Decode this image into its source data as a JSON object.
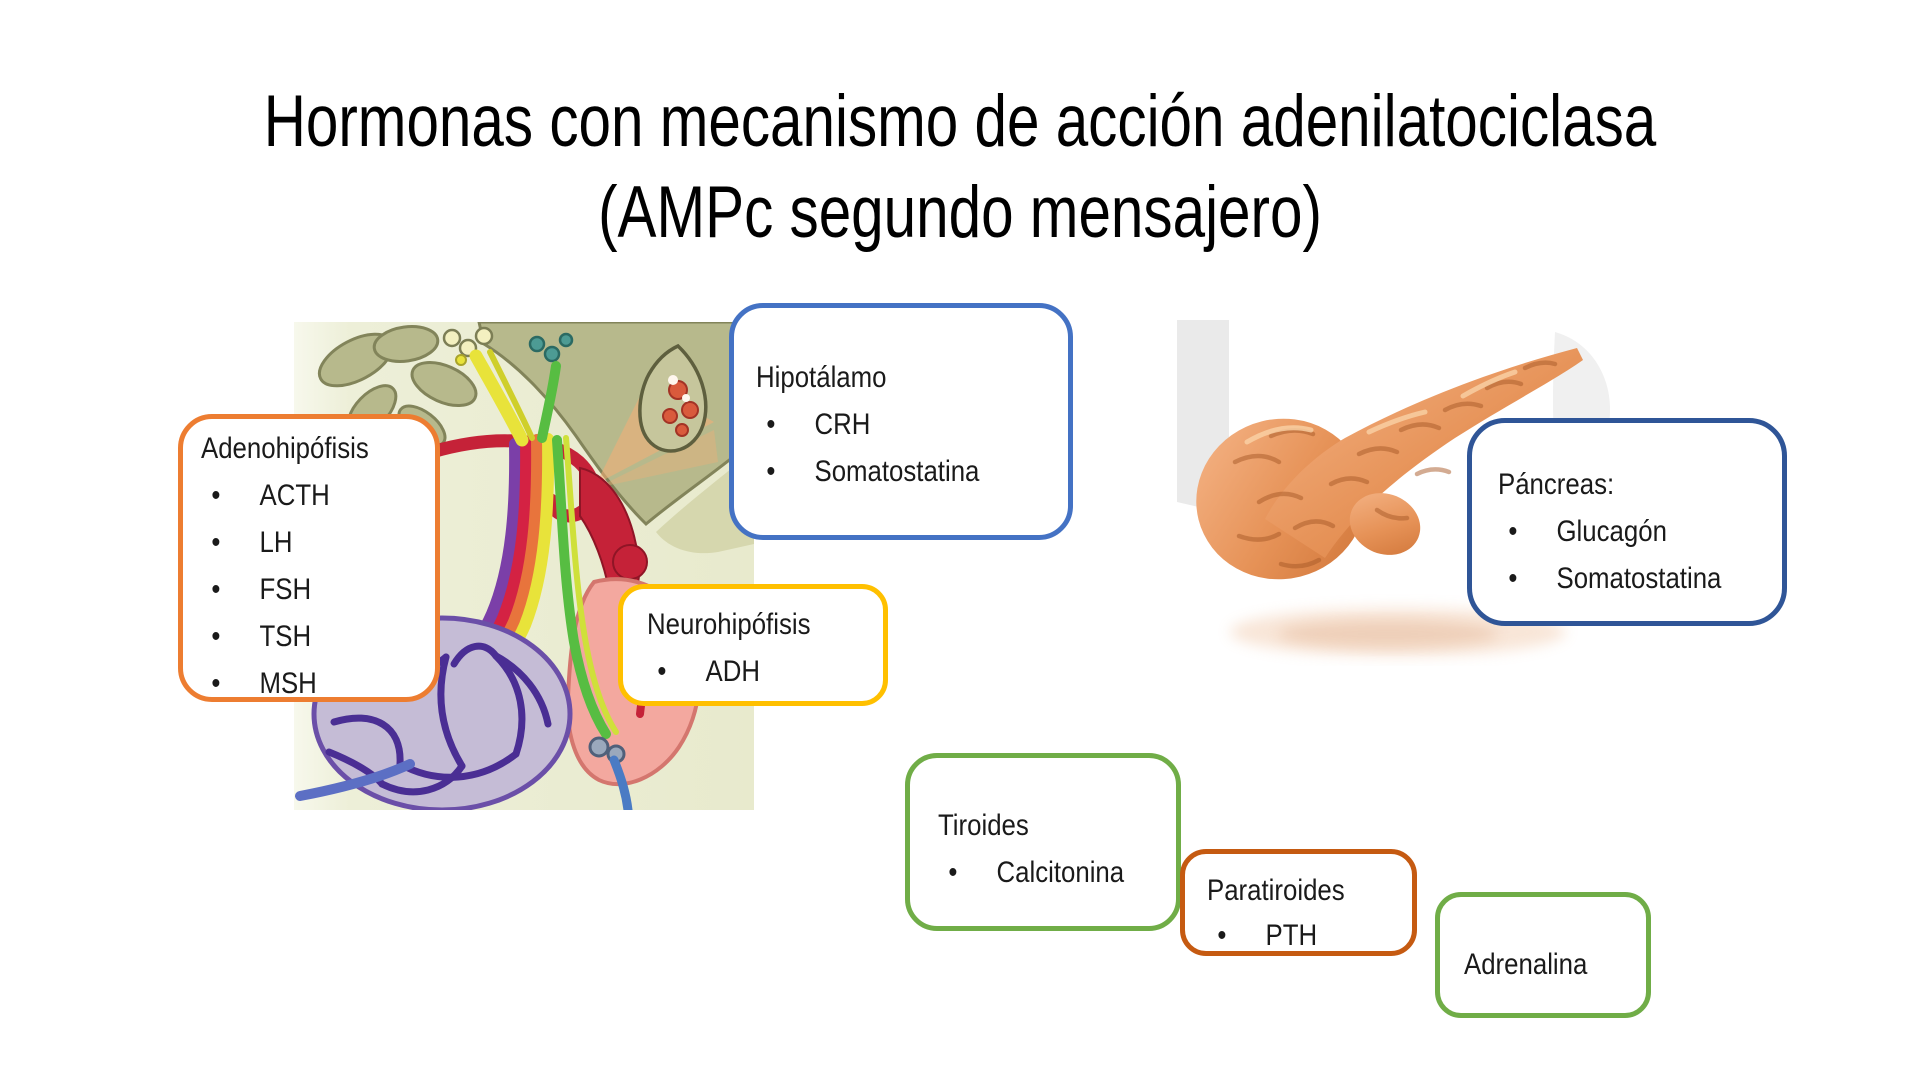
{
  "title": {
    "line1": "Hormonas con mecanismo de acción adenilatociclasa",
    "line2": "(AMPc segundo mensajero)"
  },
  "bullet_char": "•",
  "boxes": {
    "adenohipofisis": {
      "title": "Adenohipófisis",
      "items": [
        "ACTH",
        "LH",
        "FSH",
        "TSH",
        "MSH"
      ],
      "border_color": "#ED7D31"
    },
    "hipotalamo": {
      "title": "Hipotálamo",
      "items": [
        "CRH",
        "Somatostatina"
      ],
      "border_color": "#4472C4"
    },
    "neurohipofisis": {
      "title": "Neurohipófisis",
      "items": [
        "ADH"
      ],
      "border_color": "#FFC000"
    },
    "pancreas": {
      "title": "Páncreas:",
      "items": [
        "Glucagón",
        "Somatostatina"
      ],
      "border_color": "#2F5597"
    },
    "tiroides": {
      "title": "Tiroides",
      "items": [
        "Calcitonina"
      ],
      "border_color": "#70AD47"
    },
    "paratiroides": {
      "title": "Paratiroides",
      "items": [
        "PTH"
      ],
      "border_color": "#C55A11"
    },
    "adrenalina": {
      "title": "Adrenalina",
      "items": [],
      "border_color": "#70AD47"
    }
  },
  "illustrations": {
    "left": "hypothalamus-pituitary-illustration",
    "right": "pancreas-illustration"
  }
}
